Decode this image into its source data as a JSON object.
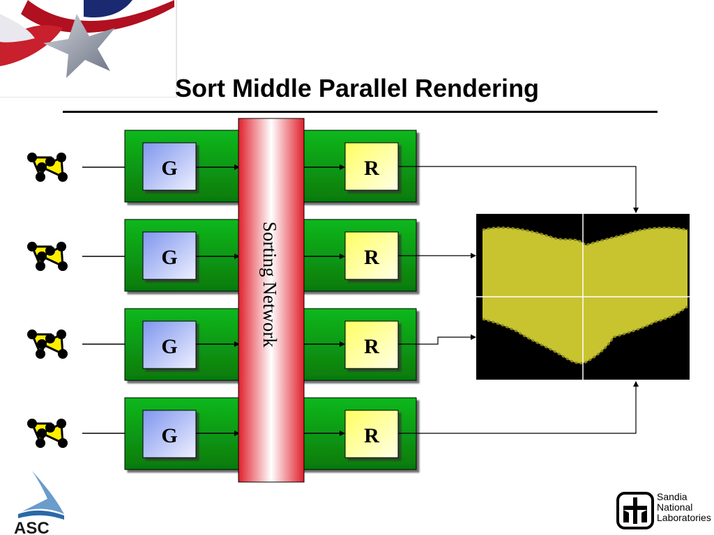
{
  "title": "Sort Middle Parallel Rendering",
  "geometry_label": "G",
  "rasterizer_label": "R",
  "network_label": "Sorting Network",
  "asc_logo_text": "ASC",
  "sandia": {
    "line1": "Sandia",
    "line2": "National",
    "line3": "Laboratories"
  },
  "colors": {
    "stage_green": "#0b9e14",
    "geometry_blue": "#a8b8f0",
    "rasterizer_yellow": "#ffffc8",
    "network_red": "#e8303c",
    "triangle_yellow": "#ffee00",
    "render_yellow": "#c8c430"
  }
}
